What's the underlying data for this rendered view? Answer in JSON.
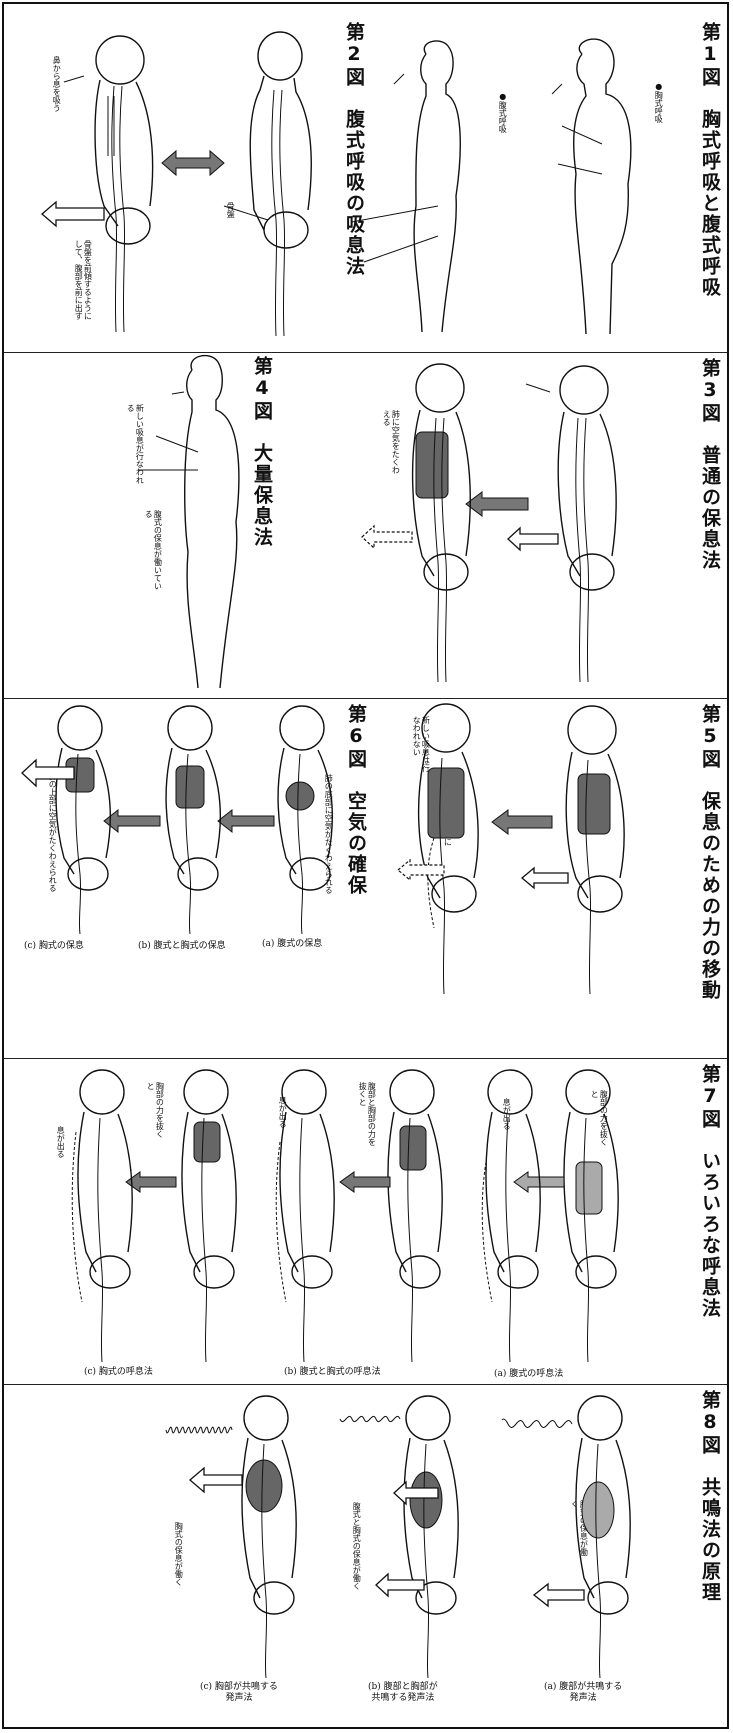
{
  "figures": [
    {
      "id": "fig1",
      "title": "第1図　胸式呼吸と腹式呼吸",
      "notes": [
        "●胸式呼吸",
        "●腹式呼吸"
      ]
    },
    {
      "id": "fig2",
      "title": "第2図　腹式呼吸の吸息法",
      "notes": [
        "鼻から息を吸う",
        "骨盤",
        "骨盤を前傾するようにして、腹部を前に出す"
      ]
    },
    {
      "id": "fig3",
      "title": "第3図　普通の保息法",
      "notes": [
        "肺に空気をたくわえる"
      ]
    },
    {
      "id": "fig4",
      "title": "第4図　大量保息法",
      "notes": [
        "新しい吸息が行なわれる",
        "腹式の保息が働いている"
      ]
    },
    {
      "id": "fig5",
      "title": "第5図　保息のための力の移動",
      "notes": [
        "新しい吸息は行なわれない",
        "腹部の力を胸部に移す"
      ]
    },
    {
      "id": "fig6",
      "title": "第6図　空気の確保",
      "notes": [
        "肺の底部に空気がたくわえられる",
        "肺の上部に空気がたくわえられる"
      ],
      "captions": [
        "(a) 腹式の保息",
        "(b) 腹式と胸式の保息",
        "(c) 胸式の保息"
      ]
    },
    {
      "id": "fig7",
      "title": "第7図　いろいろな呼息法",
      "notes": [
        "腹部の力を抜くと",
        "息が出る",
        "腹部と胸部の力を抜くと",
        "息が出る",
        "胸部の力を抜くと",
        "息が出る"
      ],
      "captions": [
        "(a) 腹式の呼息法",
        "(b) 腹式と胸式の呼息法",
        "(c) 胸式の呼息法"
      ]
    },
    {
      "id": "fig8",
      "title": "第8図　共鳴法の原理",
      "notes": [
        "腹式の保息が働く",
        "腹式と胸式の保息が働く",
        "胸式の保息が働く"
      ],
      "captions": [
        "(a) 腹部が共鳴する\n発声法",
        "(b) 腹部と胸部が\n共鳴する発声法",
        "(c) 胸部が共鳴する\n発声法"
      ]
    }
  ],
  "colors": {
    "ink": "#111111",
    "lung_dark": "#666666",
    "lung_light": "#aaaaaa",
    "arrow_gray": "#777777"
  }
}
